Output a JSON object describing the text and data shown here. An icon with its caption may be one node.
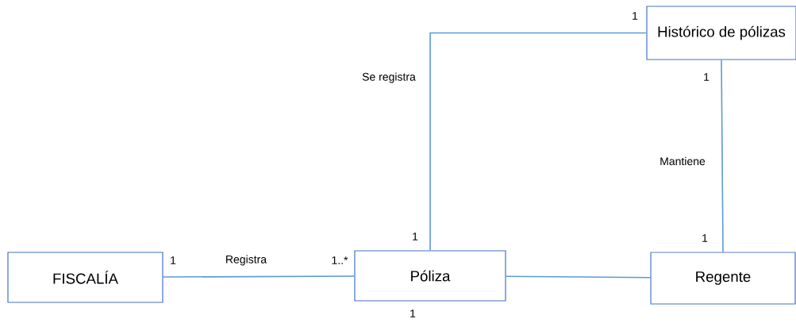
{
  "diagram": {
    "nodes": [
      {
        "text": [
          "FISCALÍA"
        ]
      },
      {
        "text": [
          "Póliza"
        ]
      },
      {
        "text": [
          "Regente"
        ]
      },
      {
        "text": [
          "Histórico de pólizas"
        ]
      }
    ],
    "edges": [
      {
        "from": 0,
        "to": 1,
        "arrow": "none",
        "label": "Registra"
      },
      {
        "from": 1,
        "to": 3,
        "arrow": "none",
        "label": "Se registra"
      },
      {
        "from": 3,
        "to": 2,
        "arrow": "none",
        "label": "Mantiene"
      },
      {
        "from": 1,
        "to": 2,
        "arrow": "none"
      }
    ],
    "labels": [
      "1",
      "1",
      "1",
      "1",
      "1",
      "1..*",
      "1"
    ]
  }
}
